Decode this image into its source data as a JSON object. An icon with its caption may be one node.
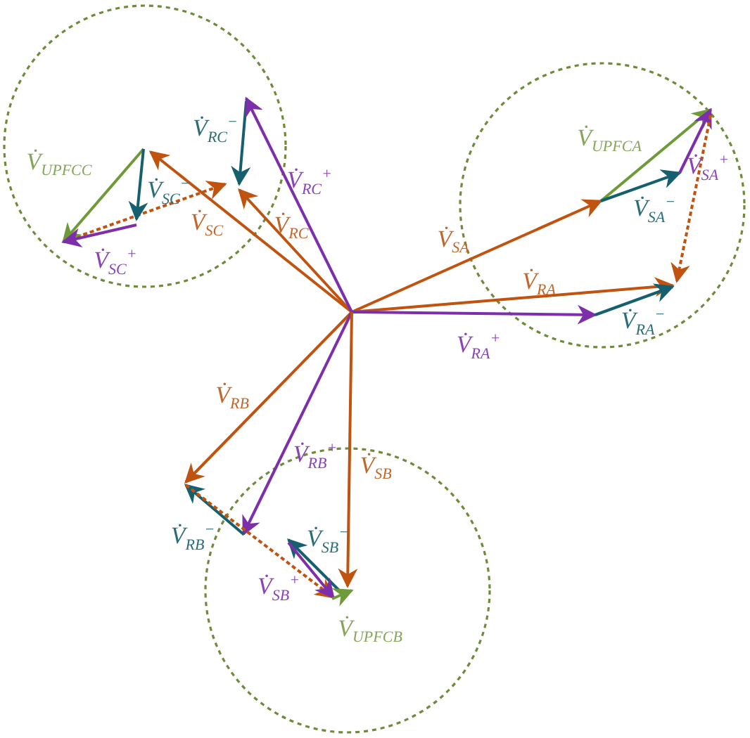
{
  "diagram": {
    "labels": [
      "V̇$_{RC}$$^{−}$",
      "V̇$_{UPFCC}$",
      "V̇$_{RC}$$^{+}$",
      "V̇$_{SC}$$^{−}$",
      "V̇$_{SC}$",
      "V̇$_{RC}$",
      "V̇$_{SC}$$^{+}$",
      "V̇$_{UPFCA}$",
      "V̇$_{SA}$$^{+}$",
      "V̇$_{SA}$$^{−}$",
      "V̇$_{SA}$",
      "V̇$_{RA}$",
      "V̇$_{RA}$$^{+}$",
      "V̇$_{RA}$$^{−}$",
      "V̇$_{RB}$",
      "V̇$_{RB}$$^{+}$",
      "V̇$_{SB}$",
      "V̇$_{RB}$$^{−}$",
      "V̇$_{SB}$$^{−}$",
      "V̇$_{SB}$$^{+}$",
      "V̇$_{UPFCB}$"
    ]
  }
}
